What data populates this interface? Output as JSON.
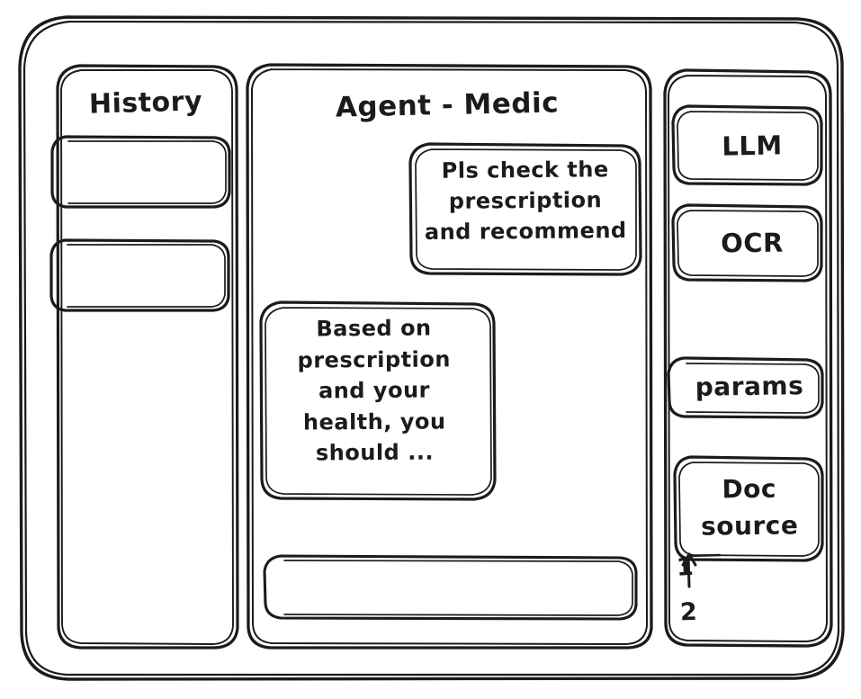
{
  "window": {
    "frame_label": "app-window"
  },
  "theme": {
    "stroke": "#1b1b1f",
    "background": "#ffffff",
    "panel_fill": "#ffffff"
  },
  "sidebar_left": {
    "title": "History",
    "items": [
      {
        "label": "",
        "name": "history-item-1"
      },
      {
        "label": "",
        "name": "history-item-2"
      }
    ]
  },
  "main": {
    "title": "Agent - Medic",
    "messages": [
      {
        "role": "user",
        "text": "Pls check the\nprescription\nand recommend"
      },
      {
        "role": "assistant",
        "text": "Based on\nprescription\nand your\nhealth, you\nshould ..."
      }
    ],
    "composer": {
      "value": "",
      "placeholder": ""
    }
  },
  "sidebar_right": {
    "tools": [
      {
        "label": "LLM",
        "name": "llm"
      },
      {
        "label": "OCR",
        "name": "ocr"
      }
    ],
    "params": {
      "label": "params"
    },
    "doc_source": {
      "label": "Doc\nsource"
    },
    "annotations": [
      {
        "label": "1"
      },
      {
        "label": "2"
      }
    ]
  }
}
